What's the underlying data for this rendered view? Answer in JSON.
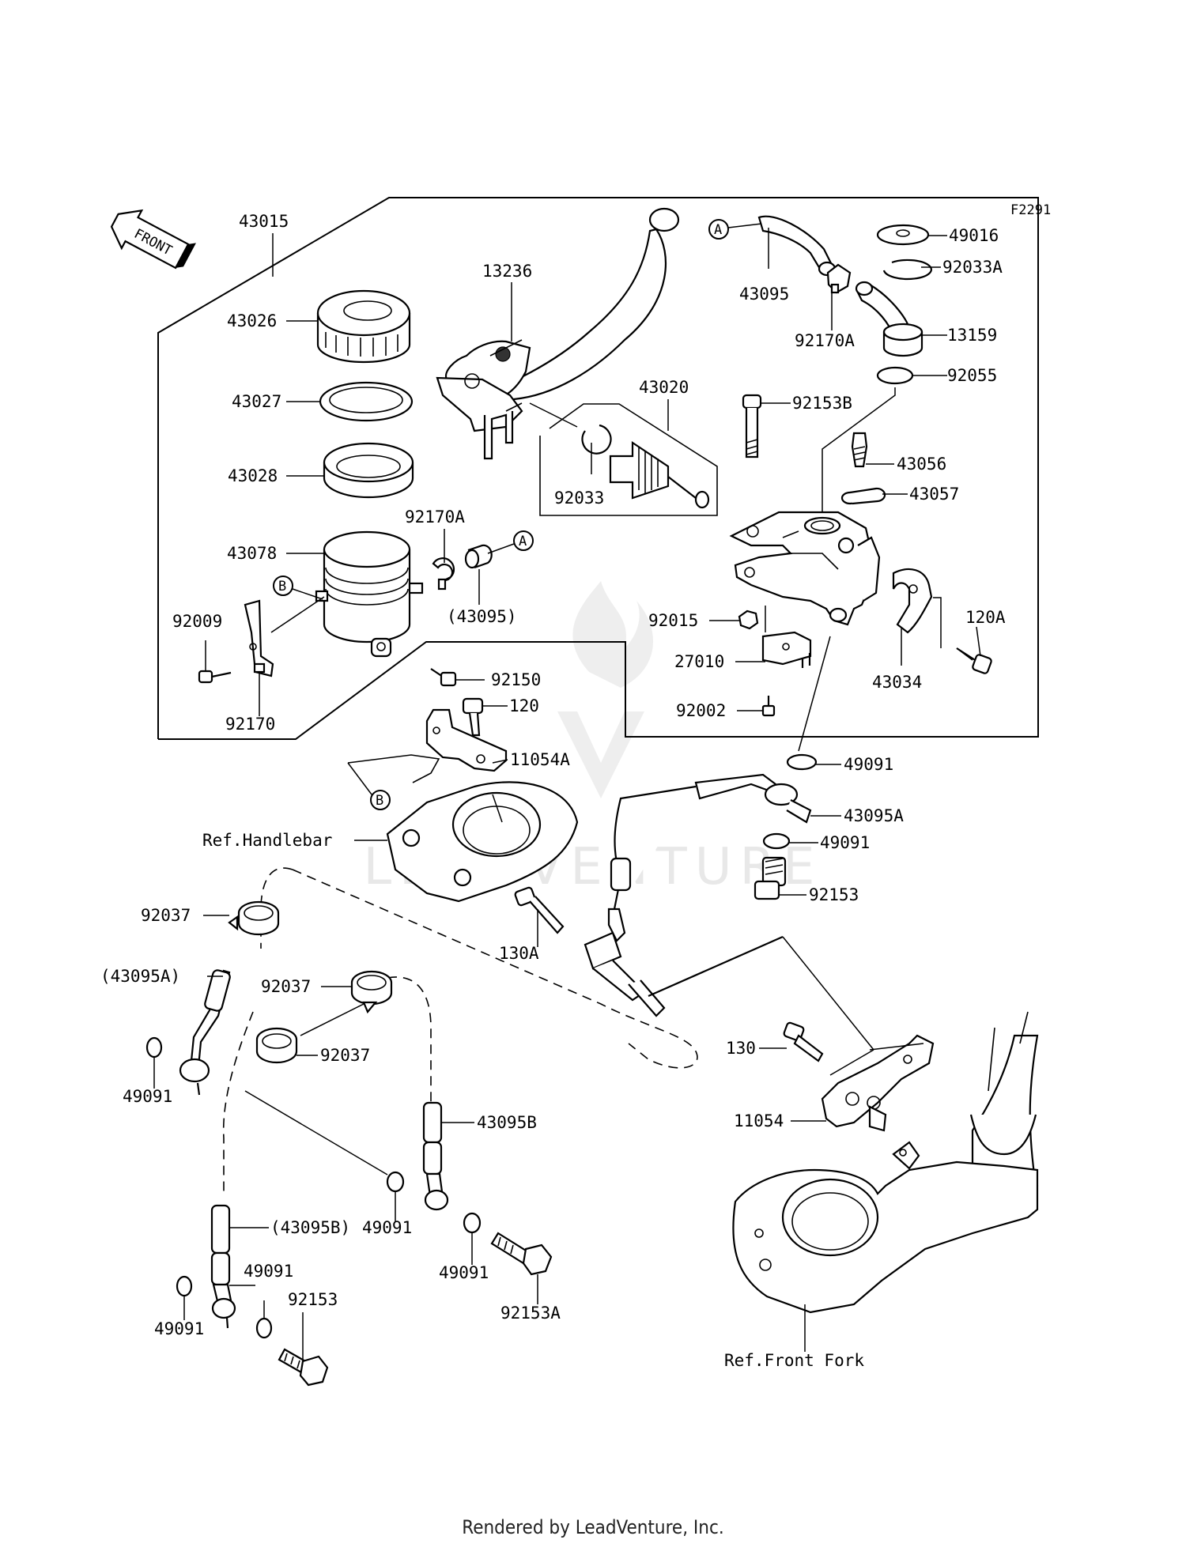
{
  "figure_code": "F2291",
  "front_arrow_label": "FRONT",
  "watermark": "LEADVENTURE",
  "footer": "Rendered by LeadVenture, Inc.",
  "callouts": {
    "a": "A",
    "b": "B"
  },
  "labels": {
    "p43015": "43015",
    "p43026": "43026",
    "p43027": "43027",
    "p43028": "43028",
    "p43078": "43078",
    "p92009": "92009",
    "p92170": "92170",
    "p13236": "13236",
    "p43020": "43020",
    "p92033": "92033",
    "p92170a_1": "92170A",
    "p43095_paren": "(43095)",
    "p92150": "92150",
    "p43095": "43095",
    "p92170a_2": "92170A",
    "p49016": "49016",
    "p92033a": "92033A",
    "p13159": "13159",
    "p92055": "92055",
    "p92153b": "92153B",
    "p43056": "43056",
    "p43057": "43057",
    "p92015": "92015",
    "p27010": "27010",
    "p92002": "92002",
    "p120a": "120A",
    "p43034": "43034",
    "p120": "120",
    "p11054a": "11054A",
    "ref_handlebar": "Ref.Handlebar",
    "p49091_1": "49091",
    "p43095a": "43095A",
    "p49091_2": "49091",
    "p92153_1": "92153",
    "p130a": "130A",
    "p92037_1": "92037",
    "p43095a_paren": "(43095A)",
    "p92037_2": "92037",
    "p92037_3": "92037",
    "p49091_3": "49091",
    "p43095b": "43095B",
    "p49091_4": "49091",
    "p43095b_paren": "(43095B)",
    "p49091_5": "49091",
    "p92153_2": "92153",
    "p49091_6": "49091",
    "p49091_7": "49091",
    "p92153a": "92153A",
    "p130": "130",
    "p11054": "11054",
    "ref_front_fork": "Ref.Front Fork"
  }
}
